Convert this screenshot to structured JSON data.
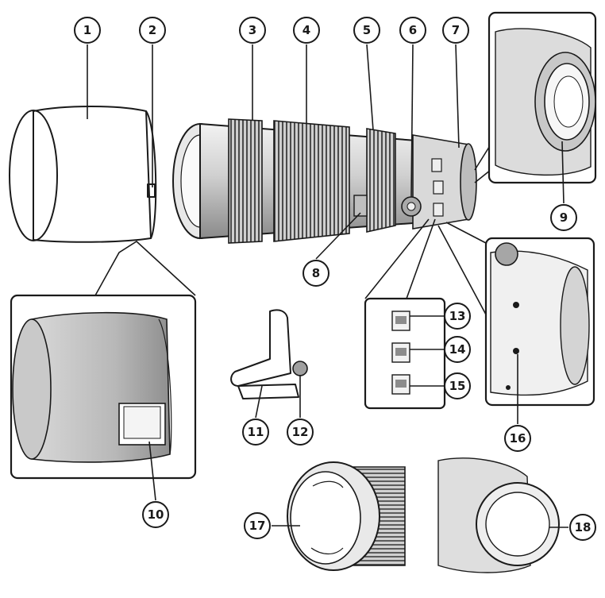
{
  "callouts": [
    {
      "id": "1",
      "label": "1"
    },
    {
      "id": "2",
      "label": "2"
    },
    {
      "id": "3",
      "label": "3"
    },
    {
      "id": "4",
      "label": "4"
    },
    {
      "id": "5",
      "label": "5"
    },
    {
      "id": "6",
      "label": "6"
    },
    {
      "id": "7",
      "label": "7"
    },
    {
      "id": "8",
      "label": "8"
    },
    {
      "id": "9",
      "label": "9"
    },
    {
      "id": "10",
      "label": "10"
    },
    {
      "id": "11",
      "label": "11"
    },
    {
      "id": "12",
      "label": "12"
    },
    {
      "id": "13",
      "label": "13"
    },
    {
      "id": "14",
      "label": "14"
    },
    {
      "id": "15",
      "label": "15"
    },
    {
      "id": "16",
      "label": "16"
    },
    {
      "id": "17",
      "label": "17"
    },
    {
      "id": "18",
      "label": "18"
    }
  ],
  "colors": {
    "ink": "#1a1a1a",
    "shade": "#bdbdbd",
    "light": "#e6e6e6",
    "paper": "#ffffff"
  }
}
